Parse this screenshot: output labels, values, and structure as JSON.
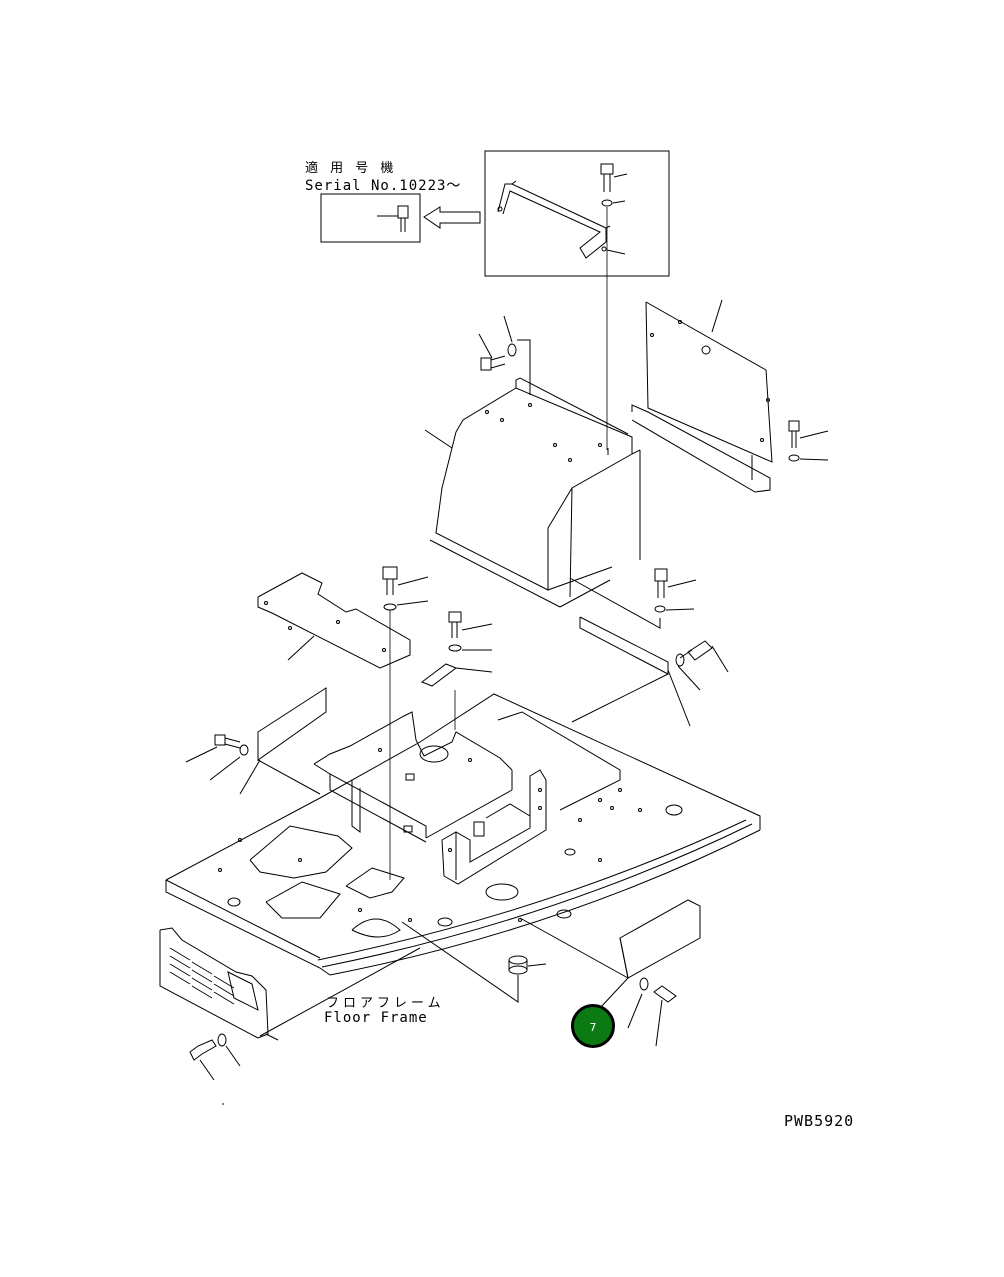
{
  "header": {
    "applicable_jp": "適 用 号 機",
    "serial": "Serial No.10223～"
  },
  "labels": {
    "floor_frame_jp": "フロアフレーム",
    "floor_frame_en": "Floor Frame",
    "drawing_code": "PWB5920"
  },
  "hotspots": [
    {
      "number": "7",
      "color": "#0b7a12"
    }
  ]
}
